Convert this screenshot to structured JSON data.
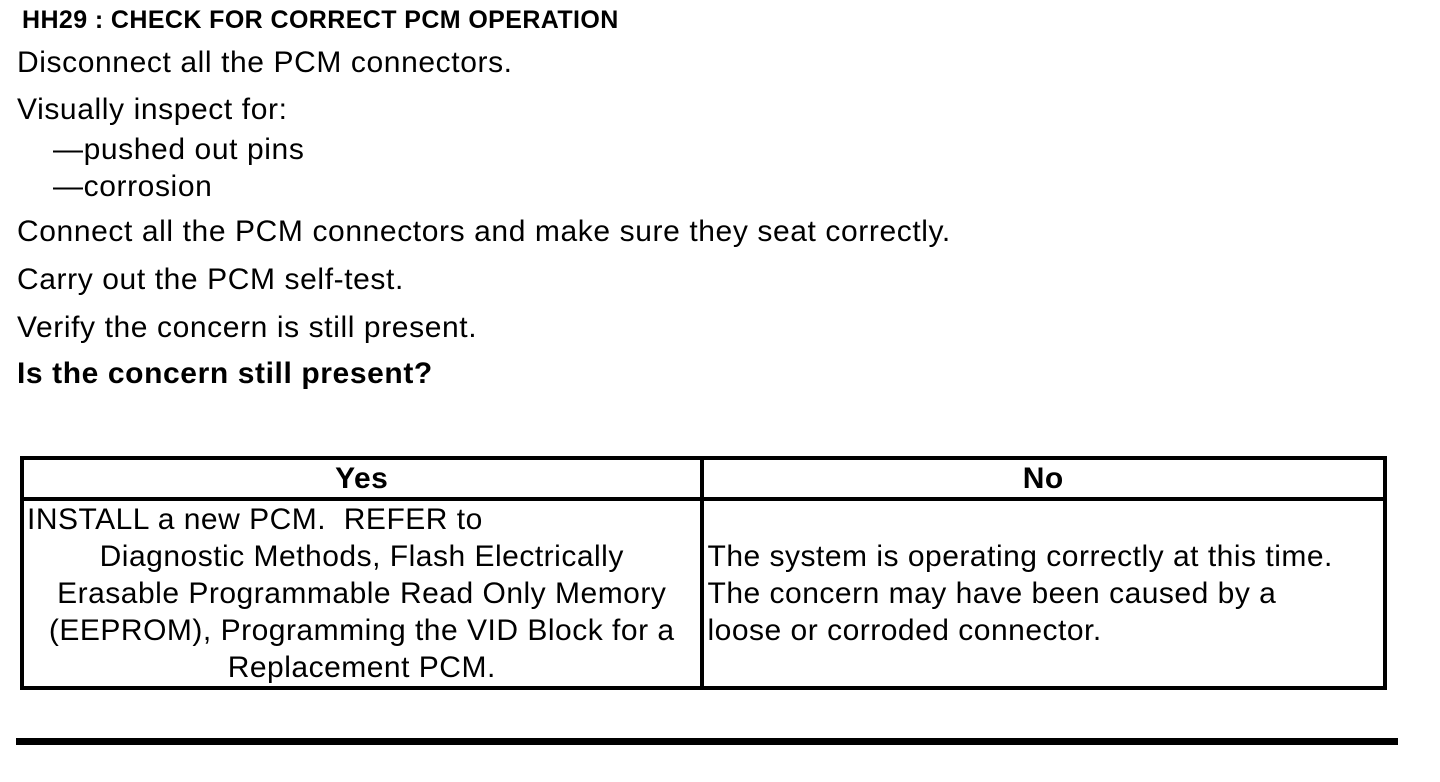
{
  "title": "HH29 : CHECK FOR CORRECT PCM OPERATION",
  "steps": {
    "disconnect": "Disconnect all the PCM connectors.",
    "inspect_intro": "Visually inspect for:",
    "inspect_items": [
      "—pushed out pins",
      "—corrosion"
    ],
    "connect": "Connect all the PCM connectors and make sure they seat correctly.",
    "self_test": "Carry out the PCM self-test.",
    "verify": "Verify the concern is still present.",
    "question": "Is the concern still present?"
  },
  "results_table": {
    "yes": {
      "header": "Yes",
      "lines": [
        "INSTALL a new PCM.  REFER to",
        "Diagnostic Methods, Flash Electrically",
        "Erasable Programmable Read Only Memory",
        "(EEPROM), Programming the VID Block for a",
        "Replacement PCM."
      ]
    },
    "no": {
      "header": "No",
      "lines": [
        "The system is operating correctly at this time.",
        "The concern may have been caused by a",
        "loose or corroded connector."
      ]
    }
  },
  "colors": {
    "foreground": "#000000",
    "background": "#ffffff"
  }
}
